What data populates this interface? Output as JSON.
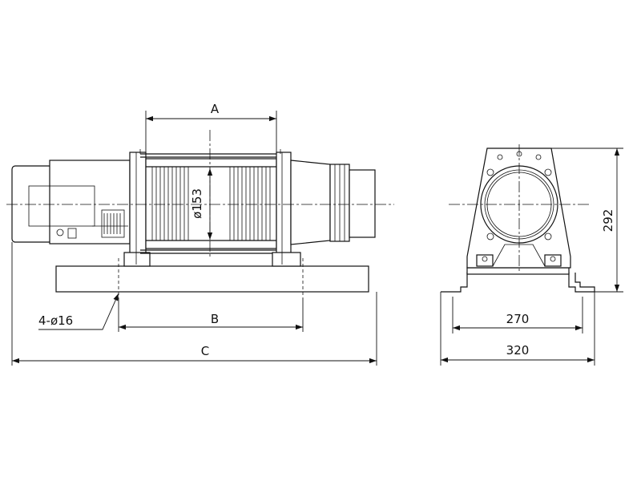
{
  "dimensions": {
    "a": "A",
    "b": "B",
    "c": "C",
    "drum_diameter": "ø153",
    "holes": "4-ø16",
    "base_width": "270",
    "overall_width": "320",
    "overall_height": "292"
  }
}
